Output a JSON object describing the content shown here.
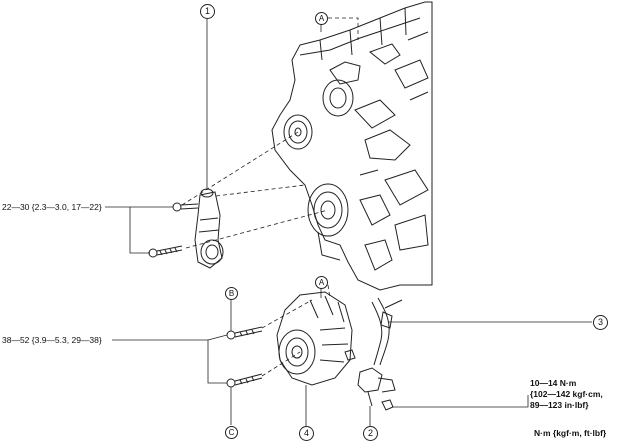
{
  "torque_specs": {
    "tensioner_bolts": "22—30 {2.3—3.0, 17—22}",
    "alternator_bolts": "38—52 {3.9—5.3, 29—38}",
    "terminal_nut_line1": "10—14 N·m",
    "terminal_nut_line2": "{102—142 kgf·cm,",
    "terminal_nut_line3": "89—123 in·lbf}"
  },
  "units_note": "N·m {kgf·m, ft·lbf}",
  "callouts": {
    "c1": "1",
    "c2": "2",
    "c3": "3",
    "c4": "4"
  },
  "refs": {
    "a_top": "A",
    "a_mid": "A",
    "b": "B",
    "c": "C"
  }
}
